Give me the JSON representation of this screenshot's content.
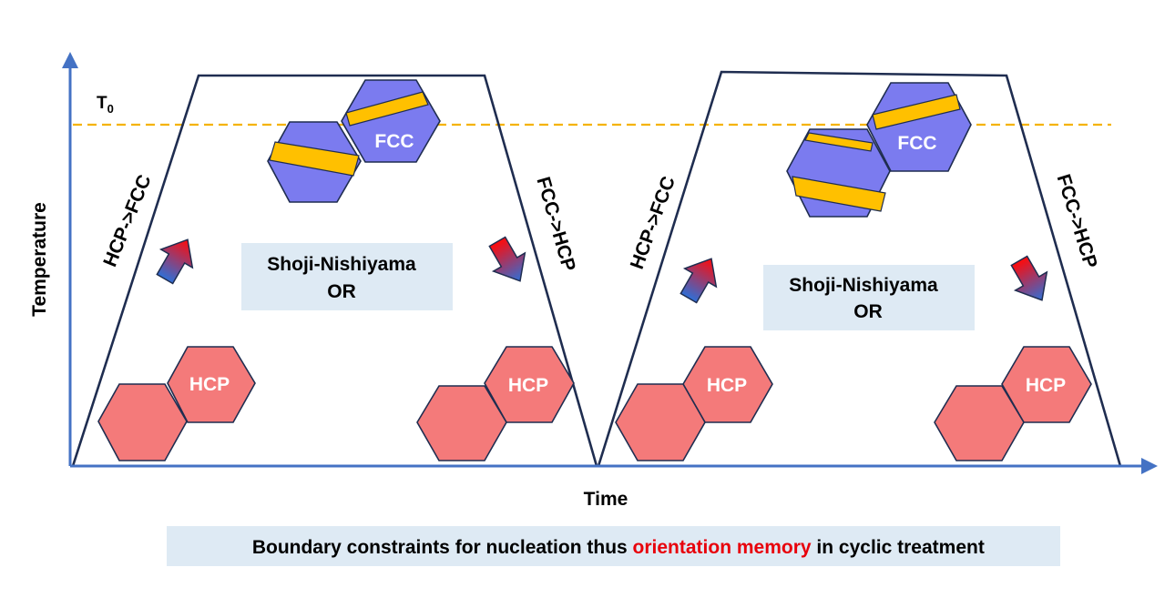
{
  "axes": {
    "x_label": "Time",
    "y_label": "Temperature",
    "t0_label": "T",
    "t0_subscript": "0"
  },
  "cycles": [
    {
      "heating_label": "HCP->FCC",
      "cooling_label": "FCC->HCP",
      "or_label_line1": "Shoji-Nishiyama",
      "or_label_line2": "OR",
      "fcc_label": "FCC",
      "hcp_label_left": "HCP",
      "hcp_label_right": "HCP"
    },
    {
      "heating_label": "HCP->FCC",
      "cooling_label": "FCC->HCP",
      "or_label_line1": "Shoji-Nishiyama",
      "or_label_line2": "OR",
      "fcc_label": "FCC",
      "hcp_label_left": "HCP",
      "hcp_label_right": "HCP"
    }
  ],
  "caption": {
    "part1": "Boundary constraints for nucleation thus ",
    "highlight": "orientation memory",
    "part2": " in cyclic treatment",
    "highlight_color": "#e8000b"
  },
  "colors": {
    "axis": "#4472c4",
    "t0_line": "#f5b301",
    "fcc_fill": "#7b7bef",
    "band_fill": "#ffc000",
    "hcp_fill": "#f47a7a",
    "label_box": "#deeaf4",
    "arrow_red": "#ff0000",
    "arrow_blue": "#2f6fd6"
  }
}
